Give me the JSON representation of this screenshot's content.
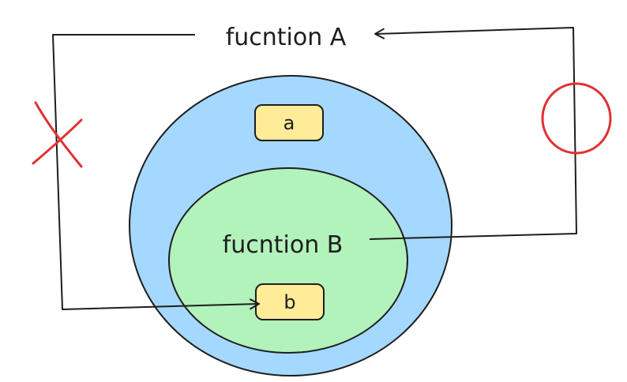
{
  "diagram": {
    "outer_scope": {
      "label": "fucntion A",
      "variable": "a",
      "fill": "#a5d8ff"
    },
    "inner_scope": {
      "label": "fucntion B",
      "variable": "b",
      "fill": "#b2f2bb"
    },
    "variable_box_fill": "#ffec99",
    "stroke_color": "#1e1e1e",
    "mark_color": "#e03131",
    "marks": {
      "blocked_access": "x-mark-icon",
      "allowed_access": "circle-mark-icon"
    }
  }
}
